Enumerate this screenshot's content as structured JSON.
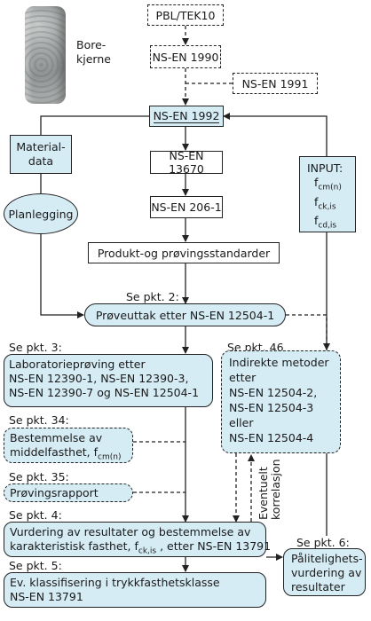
{
  "core_label": [
    "Bore-",
    "kjerne"
  ],
  "boxes": {
    "pbl": "PBL/TEK10",
    "ns1990": "NS-EN 1990",
    "ns1991": "NS-EN 1991",
    "ns1992": "NS-EN 1992",
    "ns13670": "NS-EN 13670",
    "ns2061": "NS-EN 206-1",
    "produkt": "Produkt-og prøvingsstandarder",
    "material": [
      "Material-",
      "data"
    ],
    "planlegging": "Planlegging",
    "input_title": "INPUT:",
    "input_vars": [
      {
        "base": "f",
        "sub": "cm(n)"
      },
      {
        "base": "f",
        "sub": "ck,is"
      },
      {
        "base": "f",
        "sub": "cd,is"
      }
    ],
    "proveuttak": "Prøveuttak etter NS-EN 12504-1",
    "lab": [
      "Laboratorieprøving etter",
      "NS-EN 12390-1, NS-EN 12390-3,",
      "NS-EN 12390-7 og NS-EN 12504-1"
    ],
    "indirekte": [
      "Indirekte metoder",
      "etter",
      "NS-EN 12504-2,",
      "NS-EN 12504-3",
      "eller",
      "NS-EN 12504-4"
    ],
    "bestemmelse": [
      "Bestemmelse av",
      "middelfasthet, "
    ],
    "bestemmelse_sub": "cm(n)",
    "rapport": "Prøvingsrapport",
    "vurdering_line1": "Vurdering av resultater og bestemmelse av",
    "vurdering_line2_a": "karakteristisk fasthet, f",
    "vurdering_line2_sub": "ck,is",
    "vurdering_line2_b": " , etter NS-EN 13791",
    "palitelighet": [
      "Pålitelighets-",
      "vurdering av",
      "resultater"
    ],
    "klassifisering": [
      "Ev. klassifisering i trykkfasthetsklasse",
      "NS-EN 13791"
    ],
    "eventuelt": [
      "Eventuelt",
      "korrelasjon"
    ]
  },
  "refs": {
    "pkt2": "Se pkt. 2:",
    "pkt3": "Se pkt. 3:",
    "pkt46": "Se pkt. 46",
    "pkt34": "Se pkt. 34:",
    "pkt35": "Se pkt. 35:",
    "pkt4": "Se pkt. 4:",
    "pkt5": "Se pkt. 5:",
    "pkt6": "Se pkt. 6:"
  },
  "colors": {
    "fill": "#d6ecf5",
    "stroke": "#222222"
  }
}
